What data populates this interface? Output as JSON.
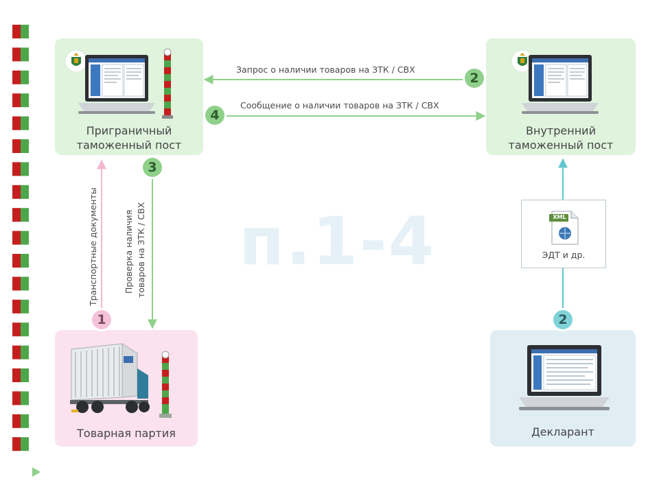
{
  "nodes": {
    "border_post": {
      "label_line1": "Приграничный",
      "label_line2": "таможенный пост"
    },
    "internal_post": {
      "label_line1": "Внутренний",
      "label_line2": "таможенный пост"
    },
    "cargo": {
      "label": "Товарная партия"
    },
    "declarant": {
      "label": "Декларант"
    }
  },
  "edges": {
    "request": {
      "label": "Запрос о наличии товаров на ЗТК / СВХ",
      "step": "2"
    },
    "message": {
      "label": "Сообщение о наличии товаров на ЗТК / СВХ",
      "step": "4"
    },
    "transport_docs": {
      "label": "Транспортные документы",
      "step": "1"
    },
    "check": {
      "label_line1": "Проверка наличия",
      "label_line2": "товаров на  ЗТК / СВХ",
      "step": "3"
    },
    "edt": {
      "step": "2"
    }
  },
  "document": {
    "badge": "XML",
    "caption": "ЭДТ и др."
  },
  "watermark": "п.1-4",
  "colors": {
    "green_box": "#dff3dd",
    "pink_box": "#fbe2ee",
    "blue_box": "#e0eef4",
    "green_arrow": "#8fd08a",
    "pink_arrow": "#f2b8d0",
    "teal_arrow": "#62c6cd",
    "stripe_red": "#c41f1f",
    "stripe_green": "#4ea64a"
  },
  "icons": [
    "customs-emblem-icon",
    "laptop-icon",
    "border-pole-icon",
    "truck-icon",
    "xml-file-icon",
    "play-triangle-icon"
  ]
}
